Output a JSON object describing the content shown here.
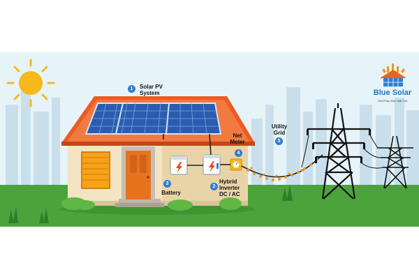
{
  "labels": {
    "solar_pv": {
      "number": "1",
      "line1": "Solar PV",
      "line2": "System"
    },
    "hybrid_inverter": {
      "number": "2",
      "line1": "Hybrid",
      "line2": "Inverter",
      "line3": "DC / AC"
    },
    "battery": {
      "number": "3",
      "line1": "Battery"
    },
    "net_meter": {
      "number": "4",
      "line1": "Net",
      "line2": "Meter"
    },
    "utility_grid": {
      "number": "5",
      "line1": "Utility",
      "line2": "Grid"
    }
  },
  "brand": {
    "name": "Blue Solar",
    "tagline": "Giải Pháp Điện Mặt Trời"
  },
  "colors": {
    "sky": "#e6f4f9",
    "ground": "#4da33b",
    "roof": "#ef5a24",
    "wall": "#f3e4c4",
    "badge": "#2f7fd3",
    "sun": "#f7b81b"
  }
}
